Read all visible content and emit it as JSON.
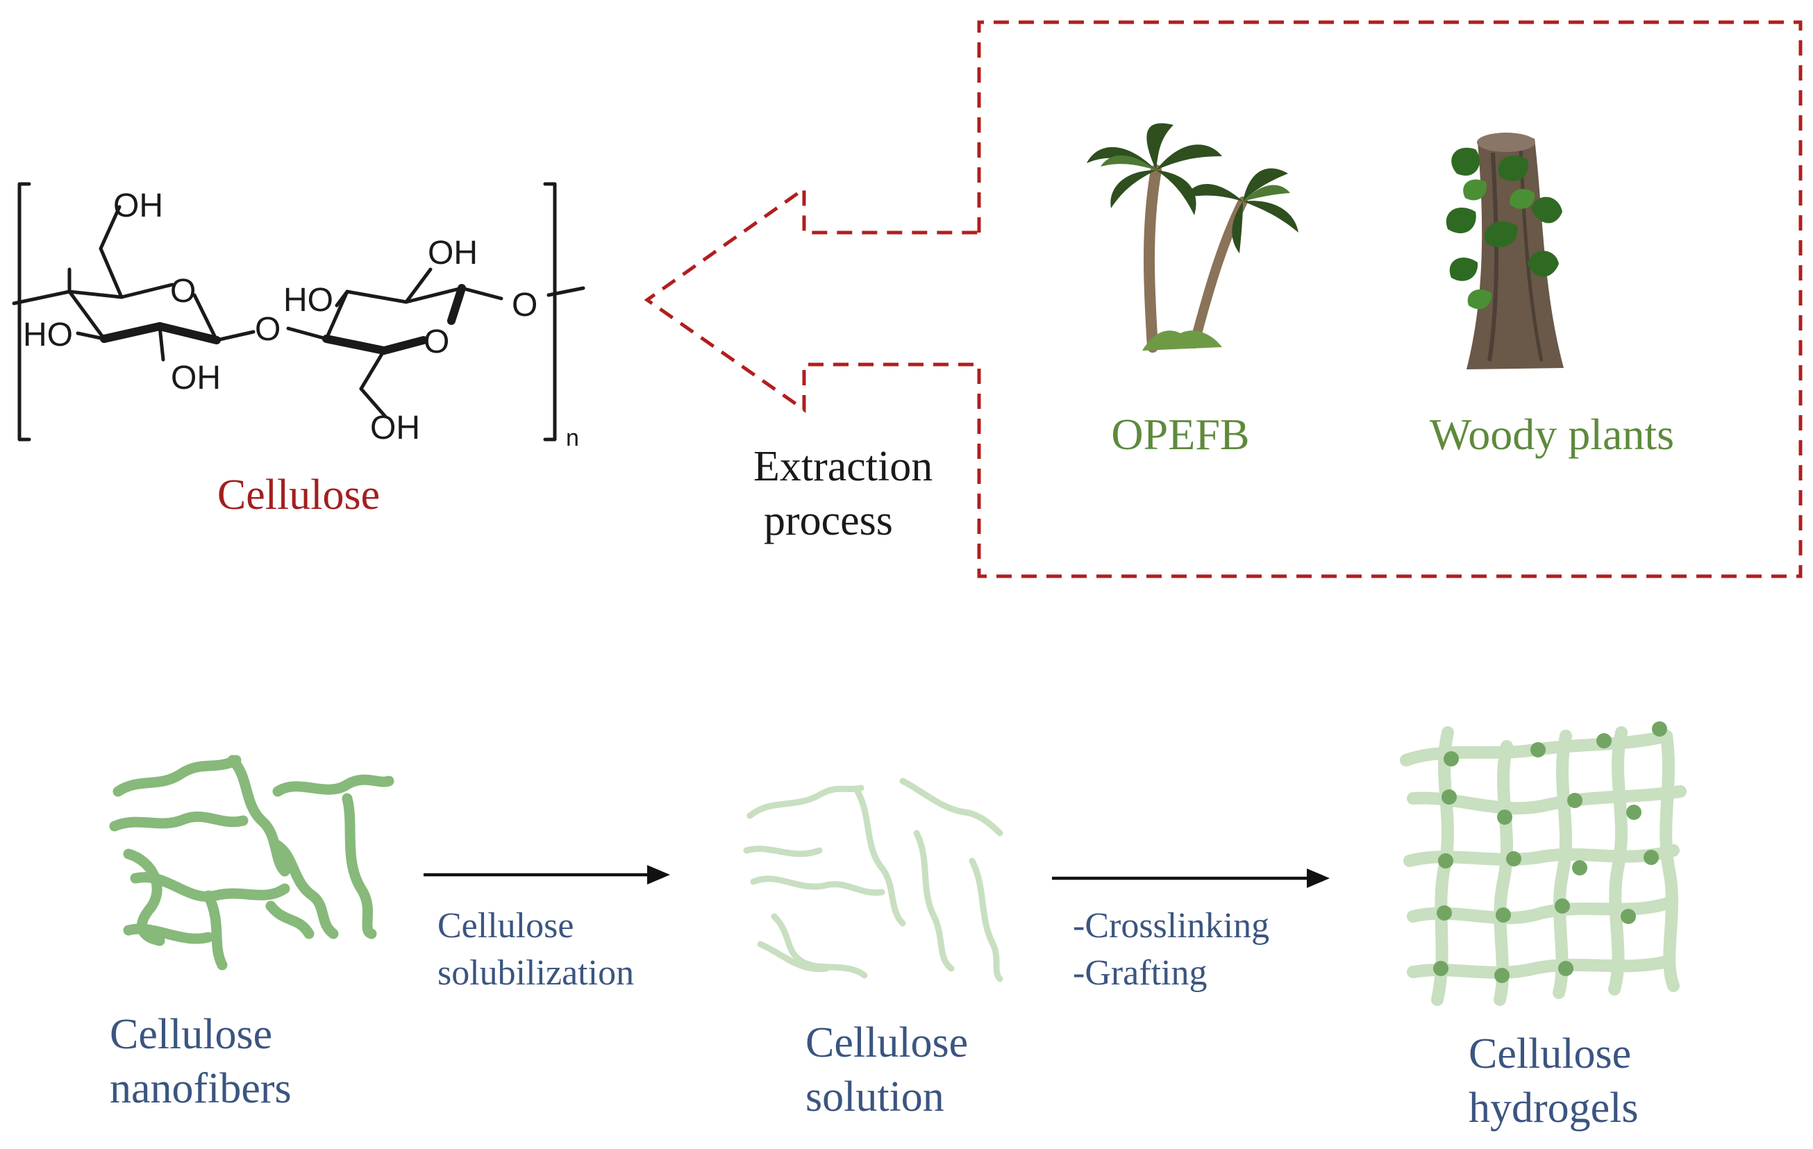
{
  "structure": {
    "atoms": {
      "oh_top_left": "OH",
      "oh_top_right": "OH",
      "ho_right_ring": "HO",
      "ho_left": "HO",
      "oh_bottom_left": "OH",
      "oh_bottom_right": "OH",
      "o_ring_left": "O",
      "o_ring_right": "O",
      "o_bridge": "O",
      "o_right_end": "O"
    },
    "subscript": "n",
    "name": "Cellulose"
  },
  "extraction": {
    "line1": "Extraction",
    "line2": "process"
  },
  "sources": {
    "opefb": "OPEFB",
    "woody": "Woody plants"
  },
  "process": {
    "nanofibers": {
      "line1": "Cellulose",
      "line2": "nanofibers"
    },
    "step1": {
      "line1": "Cellulose",
      "line2": "solubilization"
    },
    "solution": {
      "line1": "Cellulose",
      "line2": "solution"
    },
    "step2": {
      "line1": "-Crosslinking",
      "line2": "-Grafting"
    },
    "hydrogels": {
      "line1": "Cellulose",
      "line2": "hydrogels"
    }
  },
  "colors": {
    "cellulose_label": "#a31f1f",
    "dashed_frame": "#b11e1e",
    "plant_label": "#5e8a3c",
    "process_label": "#3b5580",
    "fiber_dark": "#86b97a",
    "fiber_light": "#c8dfc0",
    "node": "#72a563"
  }
}
